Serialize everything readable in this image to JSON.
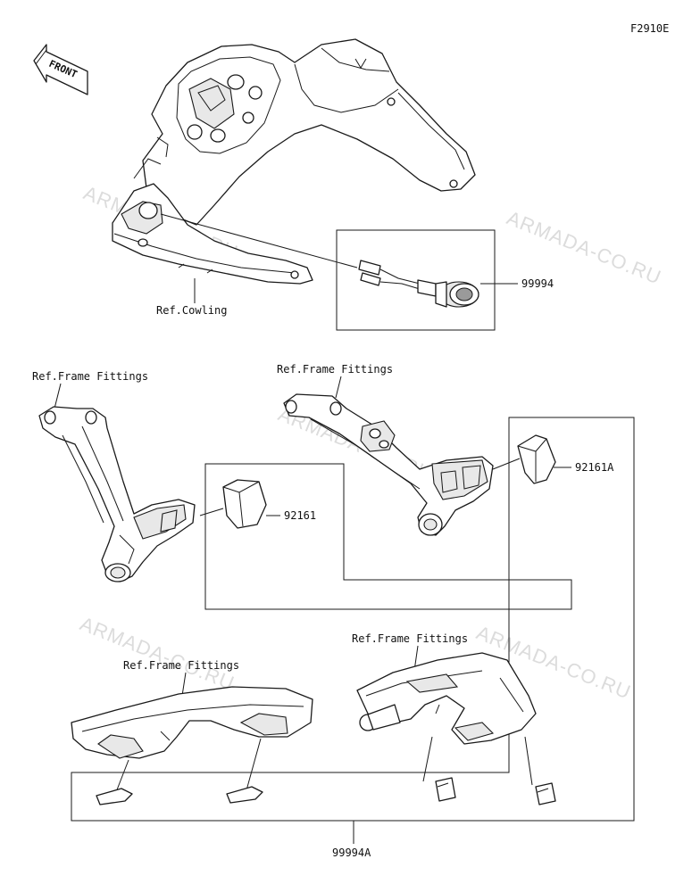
{
  "diagram": {
    "figure_code": "F2910E",
    "front_label": "FRONT",
    "watermark": "ARMADA-CO.RU",
    "callouts": {
      "part_99994": "99994",
      "part_92161": "92161",
      "part_92161a": "92161A",
      "part_99994a": "99994A"
    },
    "references": {
      "cowling": "Ref.Cowling",
      "frame_fittings_left_top": "Ref.Frame Fittings",
      "frame_fittings_right_top": "Ref.Frame Fittings",
      "frame_fittings_left_bottom": "Ref.Frame Fittings",
      "frame_fittings_right_bottom": "Ref.Frame Fittings"
    }
  }
}
